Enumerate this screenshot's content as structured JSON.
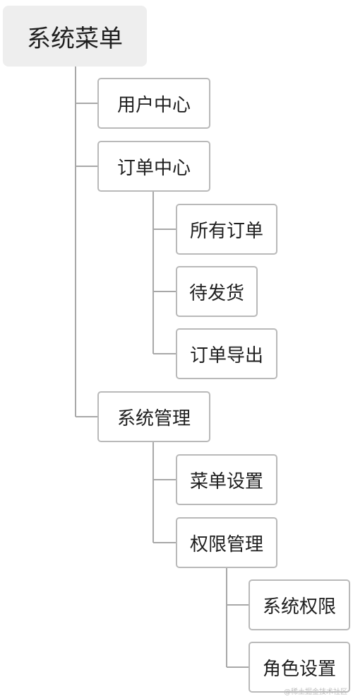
{
  "menu_tree": {
    "label": "系统菜单",
    "children": [
      {
        "label": "用户中心",
        "children": []
      },
      {
        "label": "订单中心",
        "children": [
          {
            "label": "所有订单",
            "children": []
          },
          {
            "label": "待发货",
            "children": []
          },
          {
            "label": "订单导出",
            "children": []
          }
        ]
      },
      {
        "label": "系统管理",
        "children": [
          {
            "label": "菜单设置",
            "children": []
          },
          {
            "label": "权限管理",
            "children": [
              {
                "label": "系统权限",
                "children": []
              },
              {
                "label": "角色设置",
                "children": []
              }
            ]
          }
        ]
      }
    ]
  },
  "watermark": "@稀土掘金技术社区",
  "colors": {
    "line": "#a8a8a8",
    "border": "#b9b9b9",
    "root_fill": "#eeeeee",
    "text": "#1f1f1f"
  }
}
